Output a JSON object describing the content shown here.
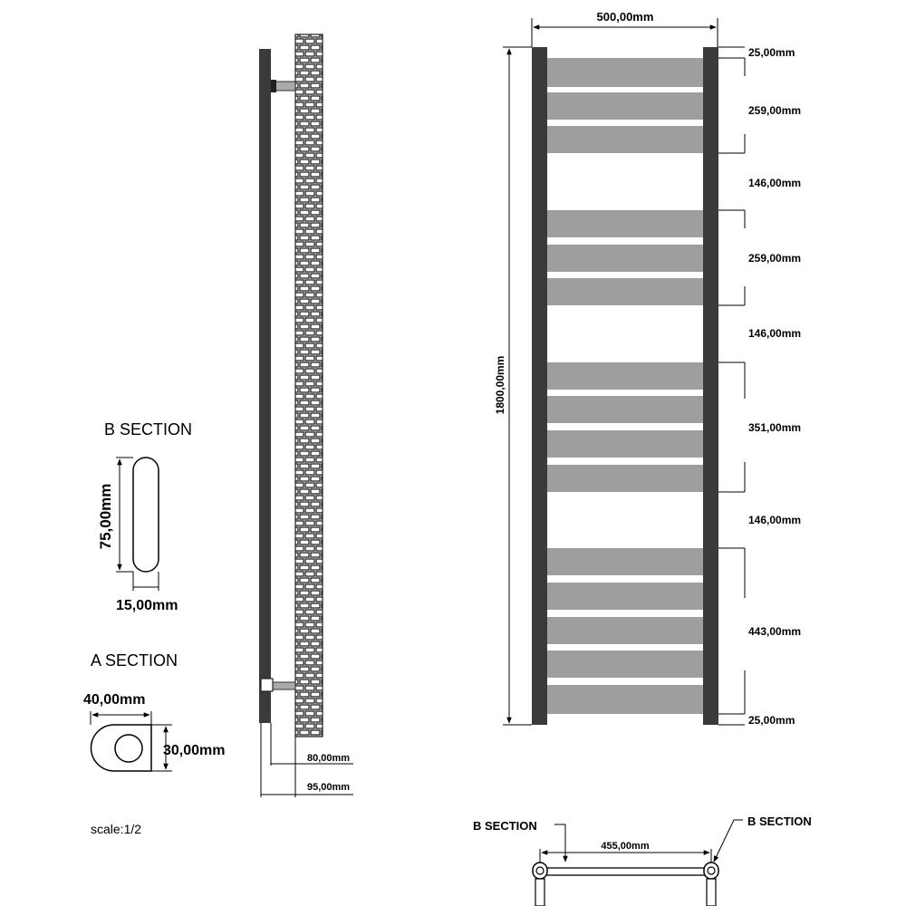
{
  "sections": {
    "b_section_title": "B SECTION",
    "b_height": "75,00mm",
    "b_width": "15,00mm",
    "a_section_title": "A SECTION",
    "a_width": "40,00mm",
    "a_height": "30,00mm",
    "scale": "scale:1/2"
  },
  "side_view": {
    "depth_inner": "80,00mm",
    "depth_outer": "95,00mm"
  },
  "front_view": {
    "width": "500,00mm",
    "height": "1800,00mm",
    "spacing": [
      "25,00mm",
      "259,00mm",
      "146,00mm",
      "259,00mm",
      "146,00mm",
      "351,00mm",
      "146,00mm",
      "443,00mm",
      "25,00mm"
    ]
  },
  "bottom_view": {
    "label_left": "B SECTION",
    "label_right": "B SECTION",
    "inner_width": "455,00mm"
  },
  "colors": {
    "frame": "#3a3a3a",
    "bar": "#9e9e9e",
    "line": "#000000"
  }
}
